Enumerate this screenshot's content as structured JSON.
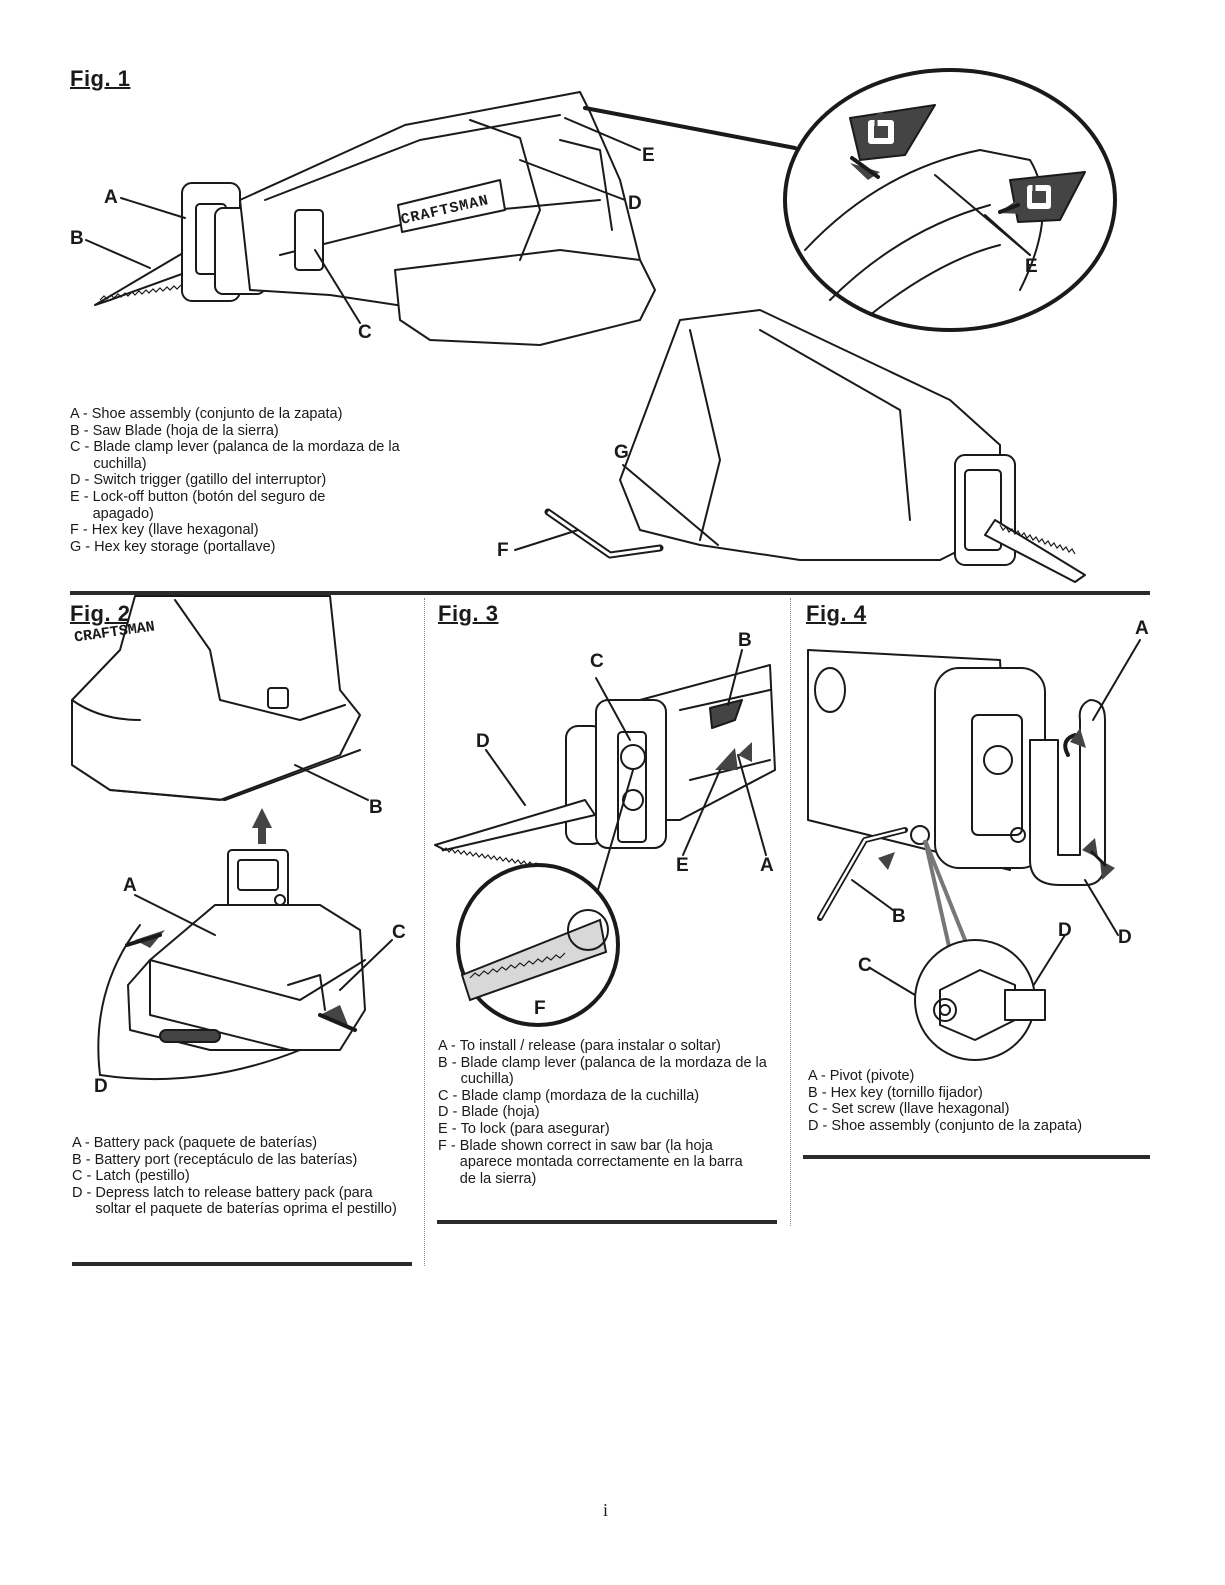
{
  "fig1": {
    "title": "Fig. 1",
    "brand": "CRAFTSMAN",
    "callouts": {
      "a": "A",
      "b": "B",
      "c": "C",
      "d": "D",
      "e": "E",
      "e2": "E",
      "f": "F",
      "g": "G"
    },
    "legend": [
      {
        "key": "A - ",
        "text": "Shoe assembly (conjunto de la zapata)"
      },
      {
        "key": "B - ",
        "text": "Saw Blade (hoja de la sierra)"
      },
      {
        "key": "C - ",
        "text": "Blade clamp lever (palanca de la mordaza de la cuchilla)"
      },
      {
        "key": "D - ",
        "text": "Switch trigger (gatillo del interruptor)"
      },
      {
        "key": "E - ",
        "text": "Lock-off button (botón del seguro de apagado)"
      },
      {
        "key": "F - ",
        "text": "Hex key (llave hexagonal)"
      },
      {
        "key": "G - ",
        "text": "Hex key storage (portallave)"
      }
    ]
  },
  "fig2": {
    "title": "Fig. 2",
    "brand": "CRAFTSMAN",
    "callouts": {
      "a": "A",
      "b": "B",
      "c": "C",
      "d": "D"
    },
    "legend": [
      {
        "key": "A - ",
        "text": "Battery pack (paquete de baterías)"
      },
      {
        "key": "B - ",
        "text": "Battery port (receptáculo de las baterías)"
      },
      {
        "key": "C - ",
        "text": "Latch (pestillo)"
      },
      {
        "key": "D - ",
        "text": "Depress latch to release battery pack (para soltar el paquete de baterías oprima el pestillo)"
      }
    ]
  },
  "fig3": {
    "title": "Fig. 3",
    "callouts": {
      "a": "A",
      "b": "B",
      "c": "C",
      "d": "D",
      "e": "E",
      "f": "F"
    },
    "legend": [
      {
        "key": "A - ",
        "text": "To install / release (para instalar o soltar)"
      },
      {
        "key": "B - ",
        "text": "Blade clamp lever (palanca de la mordaza de la cuchilla)"
      },
      {
        "key": "C - ",
        "text": "Blade clamp (mordaza de la cuchilla)"
      },
      {
        "key": "D - ",
        "text": "Blade (hoja)"
      },
      {
        "key": "E - ",
        "text": "To lock (para asegurar)"
      },
      {
        "key": "F - ",
        "text": "Blade shown correct in saw bar (la hoja aparece montada correctamente en la barra de la sierra)"
      }
    ]
  },
  "fig4": {
    "title": "Fig. 4",
    "callouts": {
      "a": "A",
      "b": "B",
      "c": "C",
      "d1": "D",
      "d2": "D"
    },
    "legend": [
      {
        "key": "A - ",
        "text": "Pivot (pivote)"
      },
      {
        "key": "B - ",
        "text": "Hex key (tornillo fijador)"
      },
      {
        "key": "C - ",
        "text": "Set screw (llave hexagonal)"
      },
      {
        "key": "D - ",
        "text": "Shoe assembly (conjunto de la zapata)"
      }
    ]
  },
  "page_number": "i",
  "icons": [
    "unlock-badge-icon",
    "arrow-icon",
    "hex-key-icon"
  ]
}
